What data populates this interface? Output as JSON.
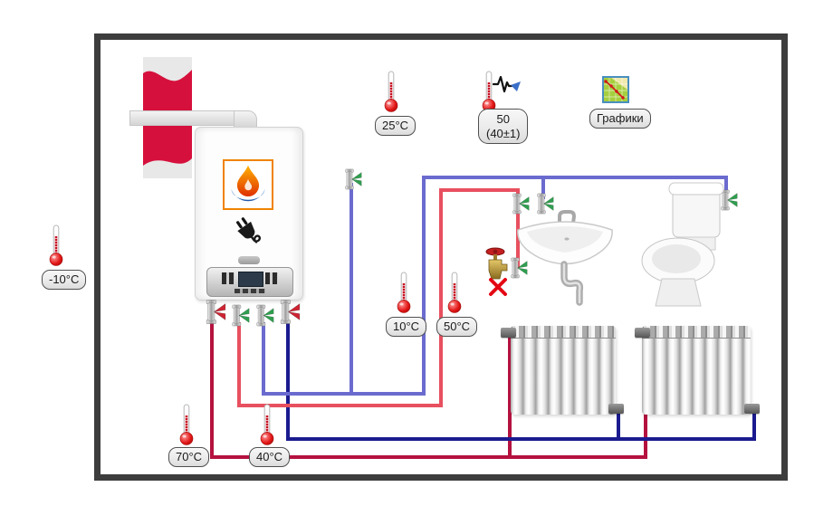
{
  "title": "Heating and water supply mnemonic diagram",
  "colors": {
    "wall": "#3d3d3d",
    "heating_supply_pipe": "#b5123f",
    "heating_return_pipe": "#1b1b8f",
    "hot_water_pipe": "#e8505f",
    "cold_water_pipe": "#6b6bcf",
    "valve_open": "#2f9e4f",
    "valve_main": "#cf2433",
    "closed_marker": "#e40613",
    "label_bg": "#ebebeb",
    "label_border": "#4f4f4f"
  },
  "indicators": {
    "outdoor_temp": {
      "value": "-10°C"
    },
    "room_temp": {
      "value": "25°C"
    },
    "pressure_setpoint": {
      "value": "50",
      "tolerance": "(40±1)"
    },
    "charts_button": {
      "label": "Графики"
    },
    "cold_water_temp": {
      "value": "10°C"
    },
    "hot_water_temp": {
      "value": "50°C"
    },
    "heating_supply_temp": {
      "value": "70°C"
    },
    "heating_return_temp": {
      "value": "40°C"
    }
  },
  "icons": {
    "temperature": "thermometer-icon",
    "setpoint_alarm": "pulse-arrow-icon",
    "charts": "line-chart-icon",
    "boiler_brand": "flame-drop-icon",
    "power": "plug-icon",
    "shutoff_valve": "butterfly-valve-icon",
    "closed_tap": "brass-tap-icon",
    "closed_state": "red-x-icon"
  }
}
